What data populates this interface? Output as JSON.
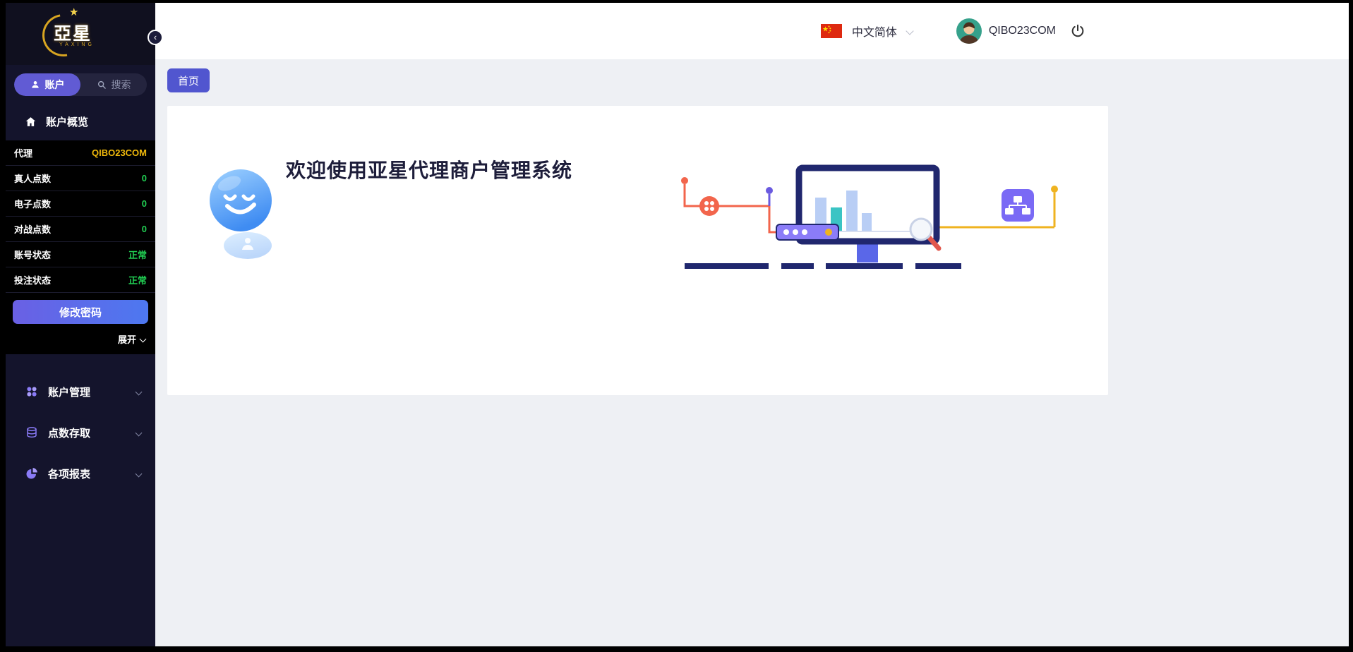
{
  "theme": {
    "sidebar_bg": "#14142c",
    "panel_bg": "#000000",
    "accent_purple": "#615bd4",
    "chip_purple": "#5156cf",
    "button_gradient": [
      "#6a60e4",
      "#4d78f0"
    ],
    "gold": "#f0b90b",
    "green": "#21cf53",
    "content_bg": "#eef0f4",
    "illustration_navy": "#20276e",
    "illustration_orange": "#f2654c",
    "illustration_yellow": "#efb320"
  },
  "sidebar": {
    "logo": {
      "text": "亞星",
      "subtext": "YAXING",
      "star": "★"
    },
    "collapse_icon": "‹",
    "tabs": [
      {
        "label": "账户",
        "active": true
      },
      {
        "label": "搜索",
        "active": false
      }
    ],
    "overview": {
      "label": "账户概览"
    },
    "panel": {
      "rows": [
        {
          "label": "代理",
          "value": "QIBO23COM"
        },
        {
          "label": "真人点数",
          "value": "0"
        },
        {
          "label": "电子点数",
          "value": "0"
        },
        {
          "label": "对战点数",
          "value": "0"
        },
        {
          "label": "账号状态",
          "value": "正常"
        },
        {
          "label": "投注状态",
          "value": "正常"
        }
      ],
      "change_password_label": "修改密码",
      "expand_label": "展开"
    },
    "menu": [
      {
        "label": "账户管理",
        "icon": "grid-icon"
      },
      {
        "label": "点数存取",
        "icon": "coins-icon"
      },
      {
        "label": "各项报表",
        "icon": "pie-icon"
      }
    ]
  },
  "header": {
    "language": {
      "label": "中文简体",
      "flag": "china-flag"
    },
    "user": {
      "name": "QIBO23COM"
    }
  },
  "main": {
    "breadcrumb_tab": "首页",
    "welcome_title": "欢迎使用亚星代理商户管理系统"
  }
}
